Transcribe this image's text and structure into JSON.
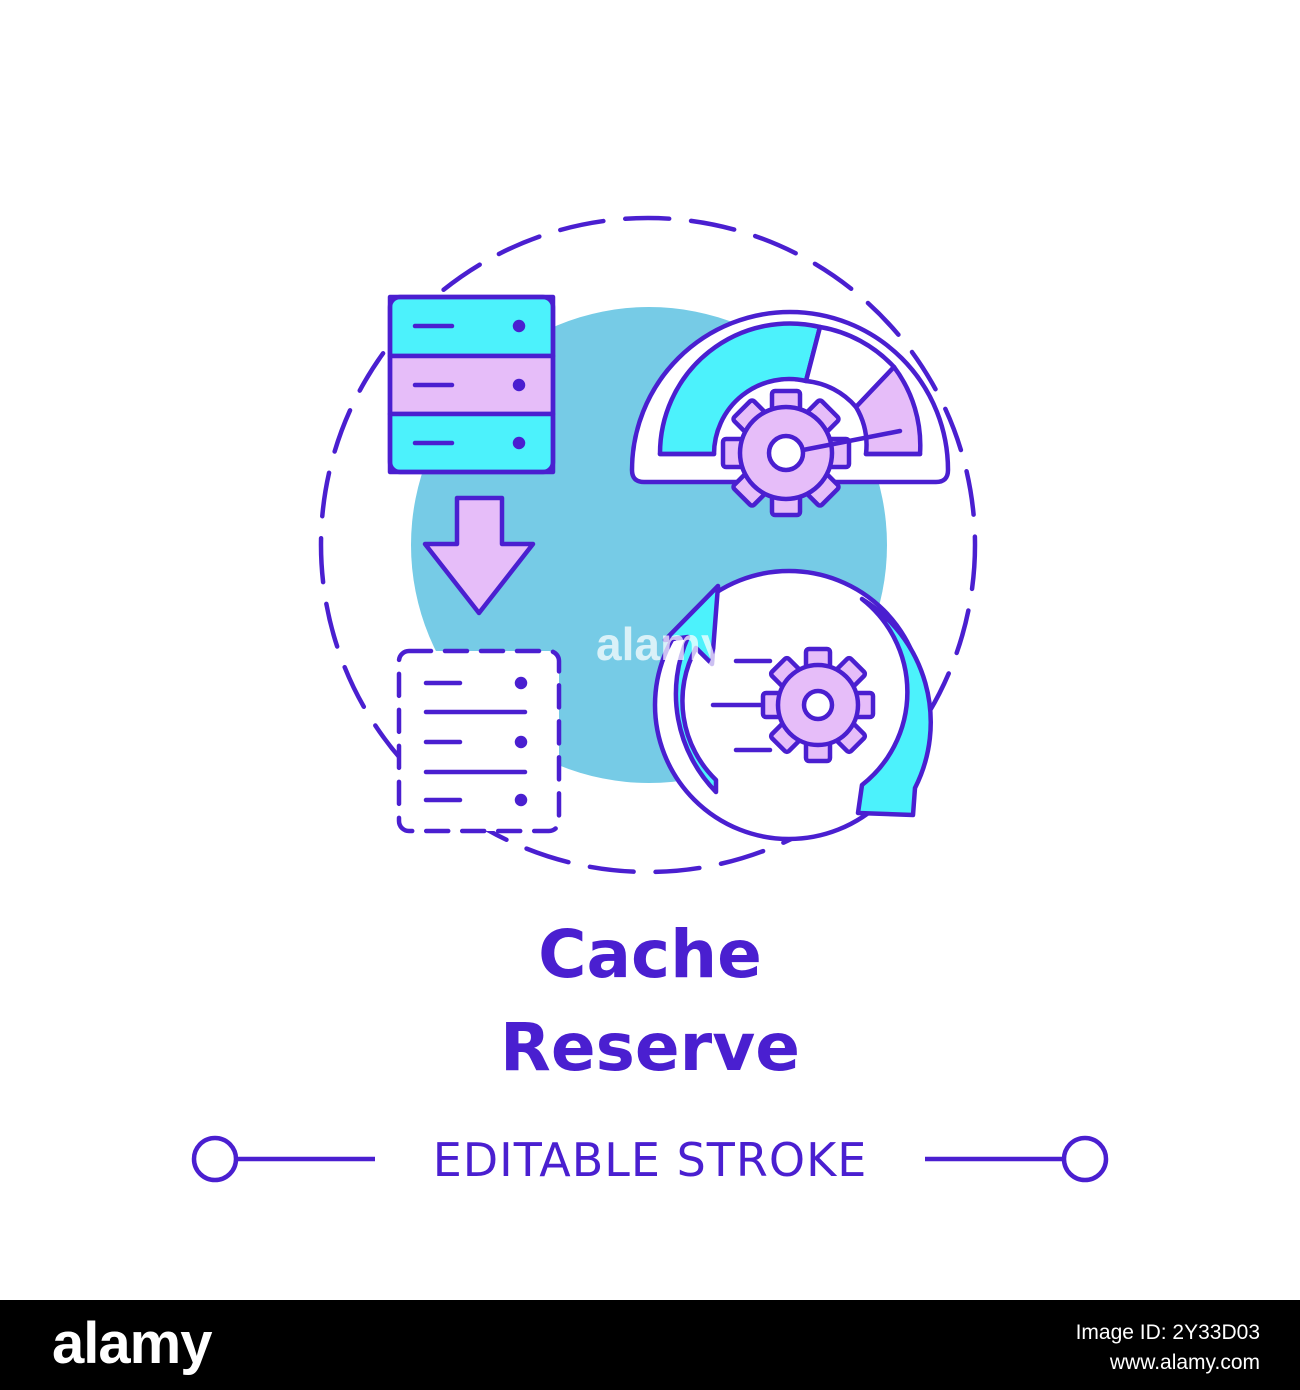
{
  "title": {
    "line1": "Cache",
    "line2": "Reserve"
  },
  "stroke_label": "EDITABLE STROKE",
  "watermark": "alamy",
  "footer": {
    "logo": "alamy",
    "image_id": "Image ID: 2Y33D03",
    "url": "www.alamy.com"
  },
  "icons": [
    "server-icon",
    "down-arrow-icon",
    "dashed-server-icon",
    "speedometer-icon",
    "gear-icon",
    "refresh-cycle-icon"
  ],
  "colors": {
    "stroke": "#4a1fd0",
    "background_circle": "#76cbe6",
    "cyan": "#4cf2fc",
    "lavender": "#e6bdf9",
    "footer_bg": "#000000"
  }
}
